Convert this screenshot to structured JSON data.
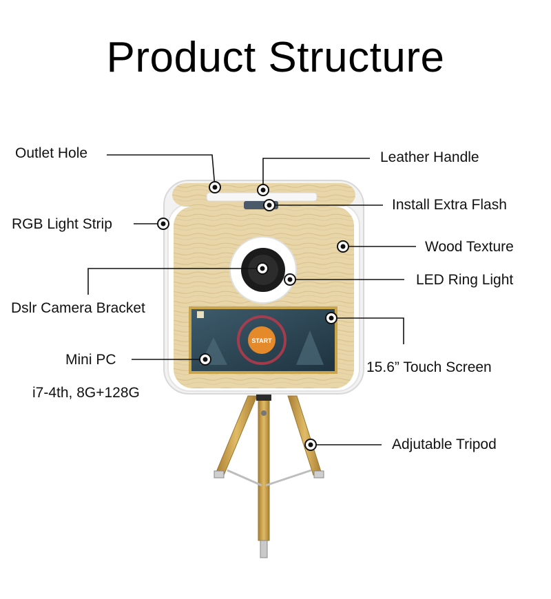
{
  "title": "Product Structure",
  "labels": {
    "outlet_hole": "Outlet Hole",
    "leather_handle": "Leather Handle",
    "install_extra_flash": "Install Extra Flash",
    "rgb_light_strip": "RGB Light Strip",
    "wood_texture": "Wood Texture",
    "led_ring_light": "LED Ring Light",
    "dslr_camera_bracket": "Dslr Camera Bracket",
    "mini_pc": "Mini PC",
    "mini_pc_spec": "i7-4th, 8G+128G",
    "touch_screen": "15.6” Touch Screen",
    "adjustable_tripod": "Adjutable Tripod"
  },
  "screen": {
    "start_button": "START"
  },
  "colors": {
    "wood": "#e8d6a8",
    "wood_grain": "#d9c38e",
    "frame": "#f4f4f4",
    "screen": "#2f4a5a",
    "tripod": "#c9a04c",
    "callout_line": "#111111"
  }
}
